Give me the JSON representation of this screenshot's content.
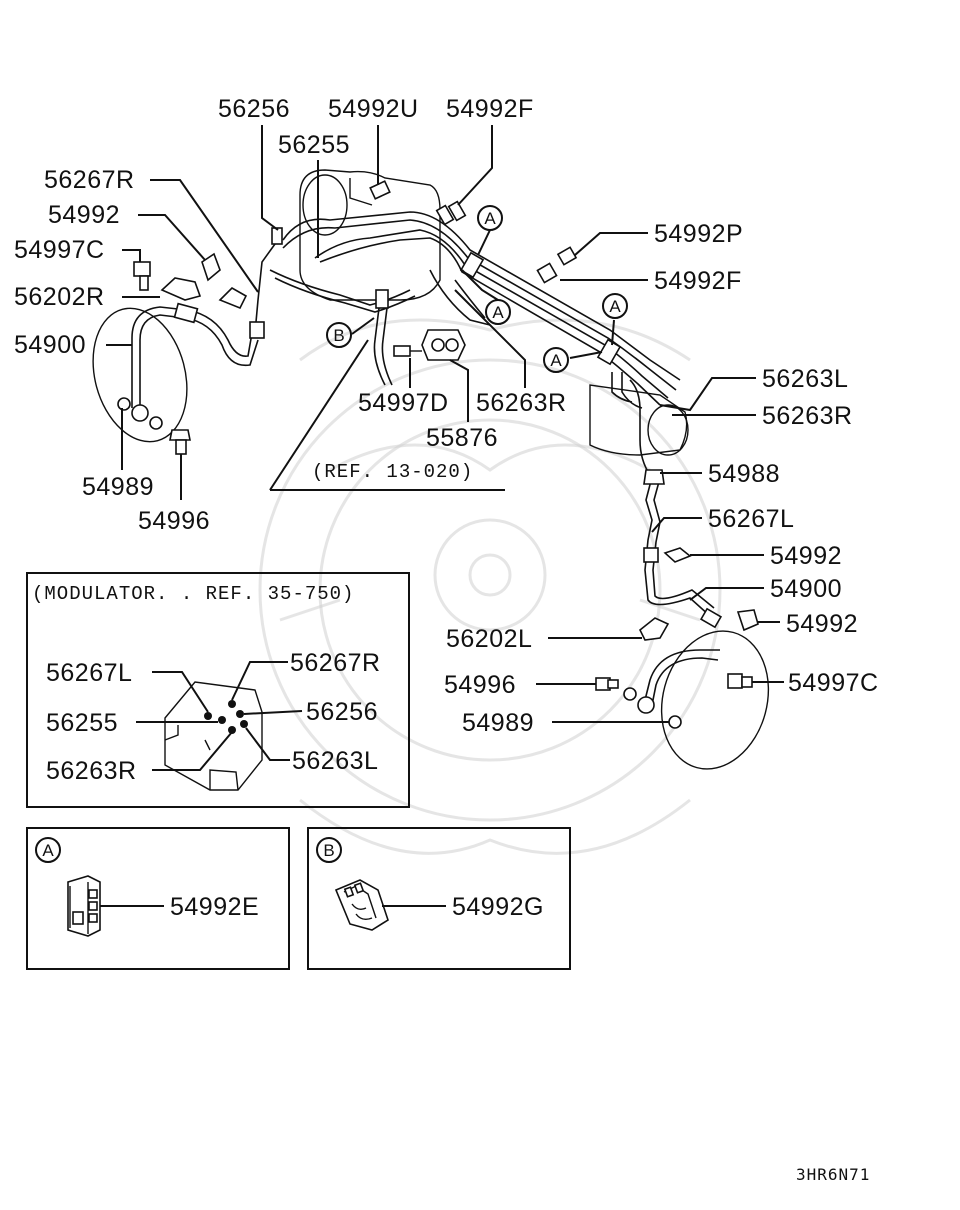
{
  "diagram_code": "3HR6N71",
  "main_labels": {
    "p56256": "56256",
    "p54992U": "54992U",
    "p54992F_top": "54992F",
    "p56255": "56255",
    "p56267R": "56267R",
    "p54992_left": "54992",
    "p54997C_left": "54997C",
    "p56202R": "56202R",
    "p54900_left": "54900",
    "p54989_left": "54989",
    "p54996_left": "54996",
    "p54997D": "54997D",
    "p56263R_mid": "56263R",
    "p55876": "55876",
    "p54992P": "54992P",
    "p54992F_right": "54992F",
    "p56263L": "56263L",
    "p56263R_right": "56263R",
    "p54988": "54988",
    "p56267L": "56267L",
    "p54992_r1": "54992",
    "p54900_right": "54900",
    "p54992_r2": "54992",
    "p56202L": "56202L",
    "p54996_right": "54996",
    "p54997C_right": "54997C",
    "p54989_right": "54989"
  },
  "callouts": {
    "a": "A",
    "b": "B"
  },
  "ref_note": "(REF. 13-020)",
  "modulator_box": {
    "title": "(MODULATOR. . REF. 35-750)",
    "labels": {
      "p56267L": "56267L",
      "p56267R": "56267R",
      "p56255": "56255",
      "p56256": "56256",
      "p56263R": "56263R",
      "p56263L": "56263L"
    }
  },
  "detail_a": {
    "marker": "A",
    "label": "54992E"
  },
  "detail_b": {
    "marker": "B",
    "label": "54992G"
  }
}
